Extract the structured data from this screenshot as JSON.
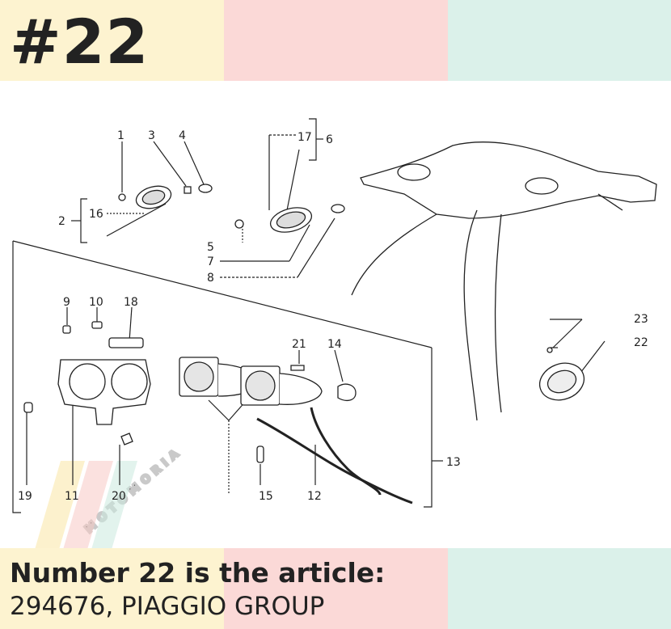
{
  "header": {
    "badge": "#22"
  },
  "caption": {
    "line1": "Number 22 is the article:",
    "line2": "294676, PIAGGIO GROUP"
  },
  "diagram": {
    "callouts": [
      "1",
      "3",
      "4",
      "2",
      "16",
      "17",
      "6",
      "5",
      "7",
      "8",
      "9",
      "10",
      "18",
      "21",
      "14",
      "23",
      "22",
      "19",
      "11",
      "20",
      "15",
      "12",
      "13"
    ],
    "watermark": "MOTOMORIA"
  },
  "colors": {
    "band_yellow": "#fdf3d0",
    "band_pink": "#fbd9d7",
    "band_green": "#dbf1ea",
    "text": "#222222"
  }
}
